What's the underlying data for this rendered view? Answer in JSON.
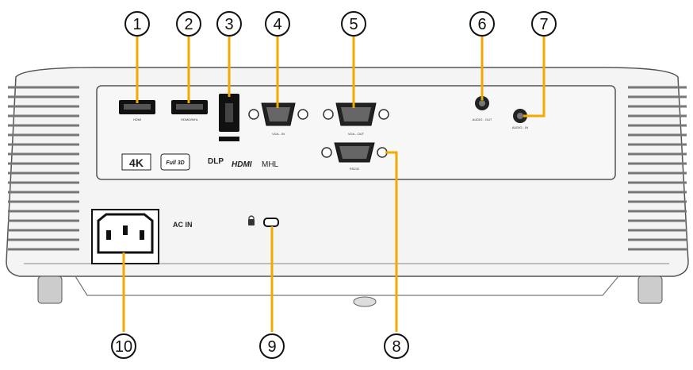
{
  "callouts": [
    "1",
    "2",
    "3",
    "4",
    "5",
    "6",
    "7",
    "8",
    "9",
    "10"
  ],
  "panel_labels": {
    "hdmi1": "HDMI",
    "hdmi2": "HDMI2/MHL",
    "vga_in": "VGA - IN",
    "vga_out": "VGA - OUT",
    "audio_out": "AUDIO - OUT",
    "audio_in": "AUDIO - IN",
    "rs232": "RS232",
    "power": "AC IN"
  },
  "logos": {
    "k4": "4K",
    "full3d": "Full 3D",
    "dlp": "DLP",
    "hdmi": "HDMI",
    "mhl": "MHL"
  },
  "colors": {
    "accent": "#f2a900",
    "body": "#f0f0f0",
    "outline": "#555555"
  }
}
